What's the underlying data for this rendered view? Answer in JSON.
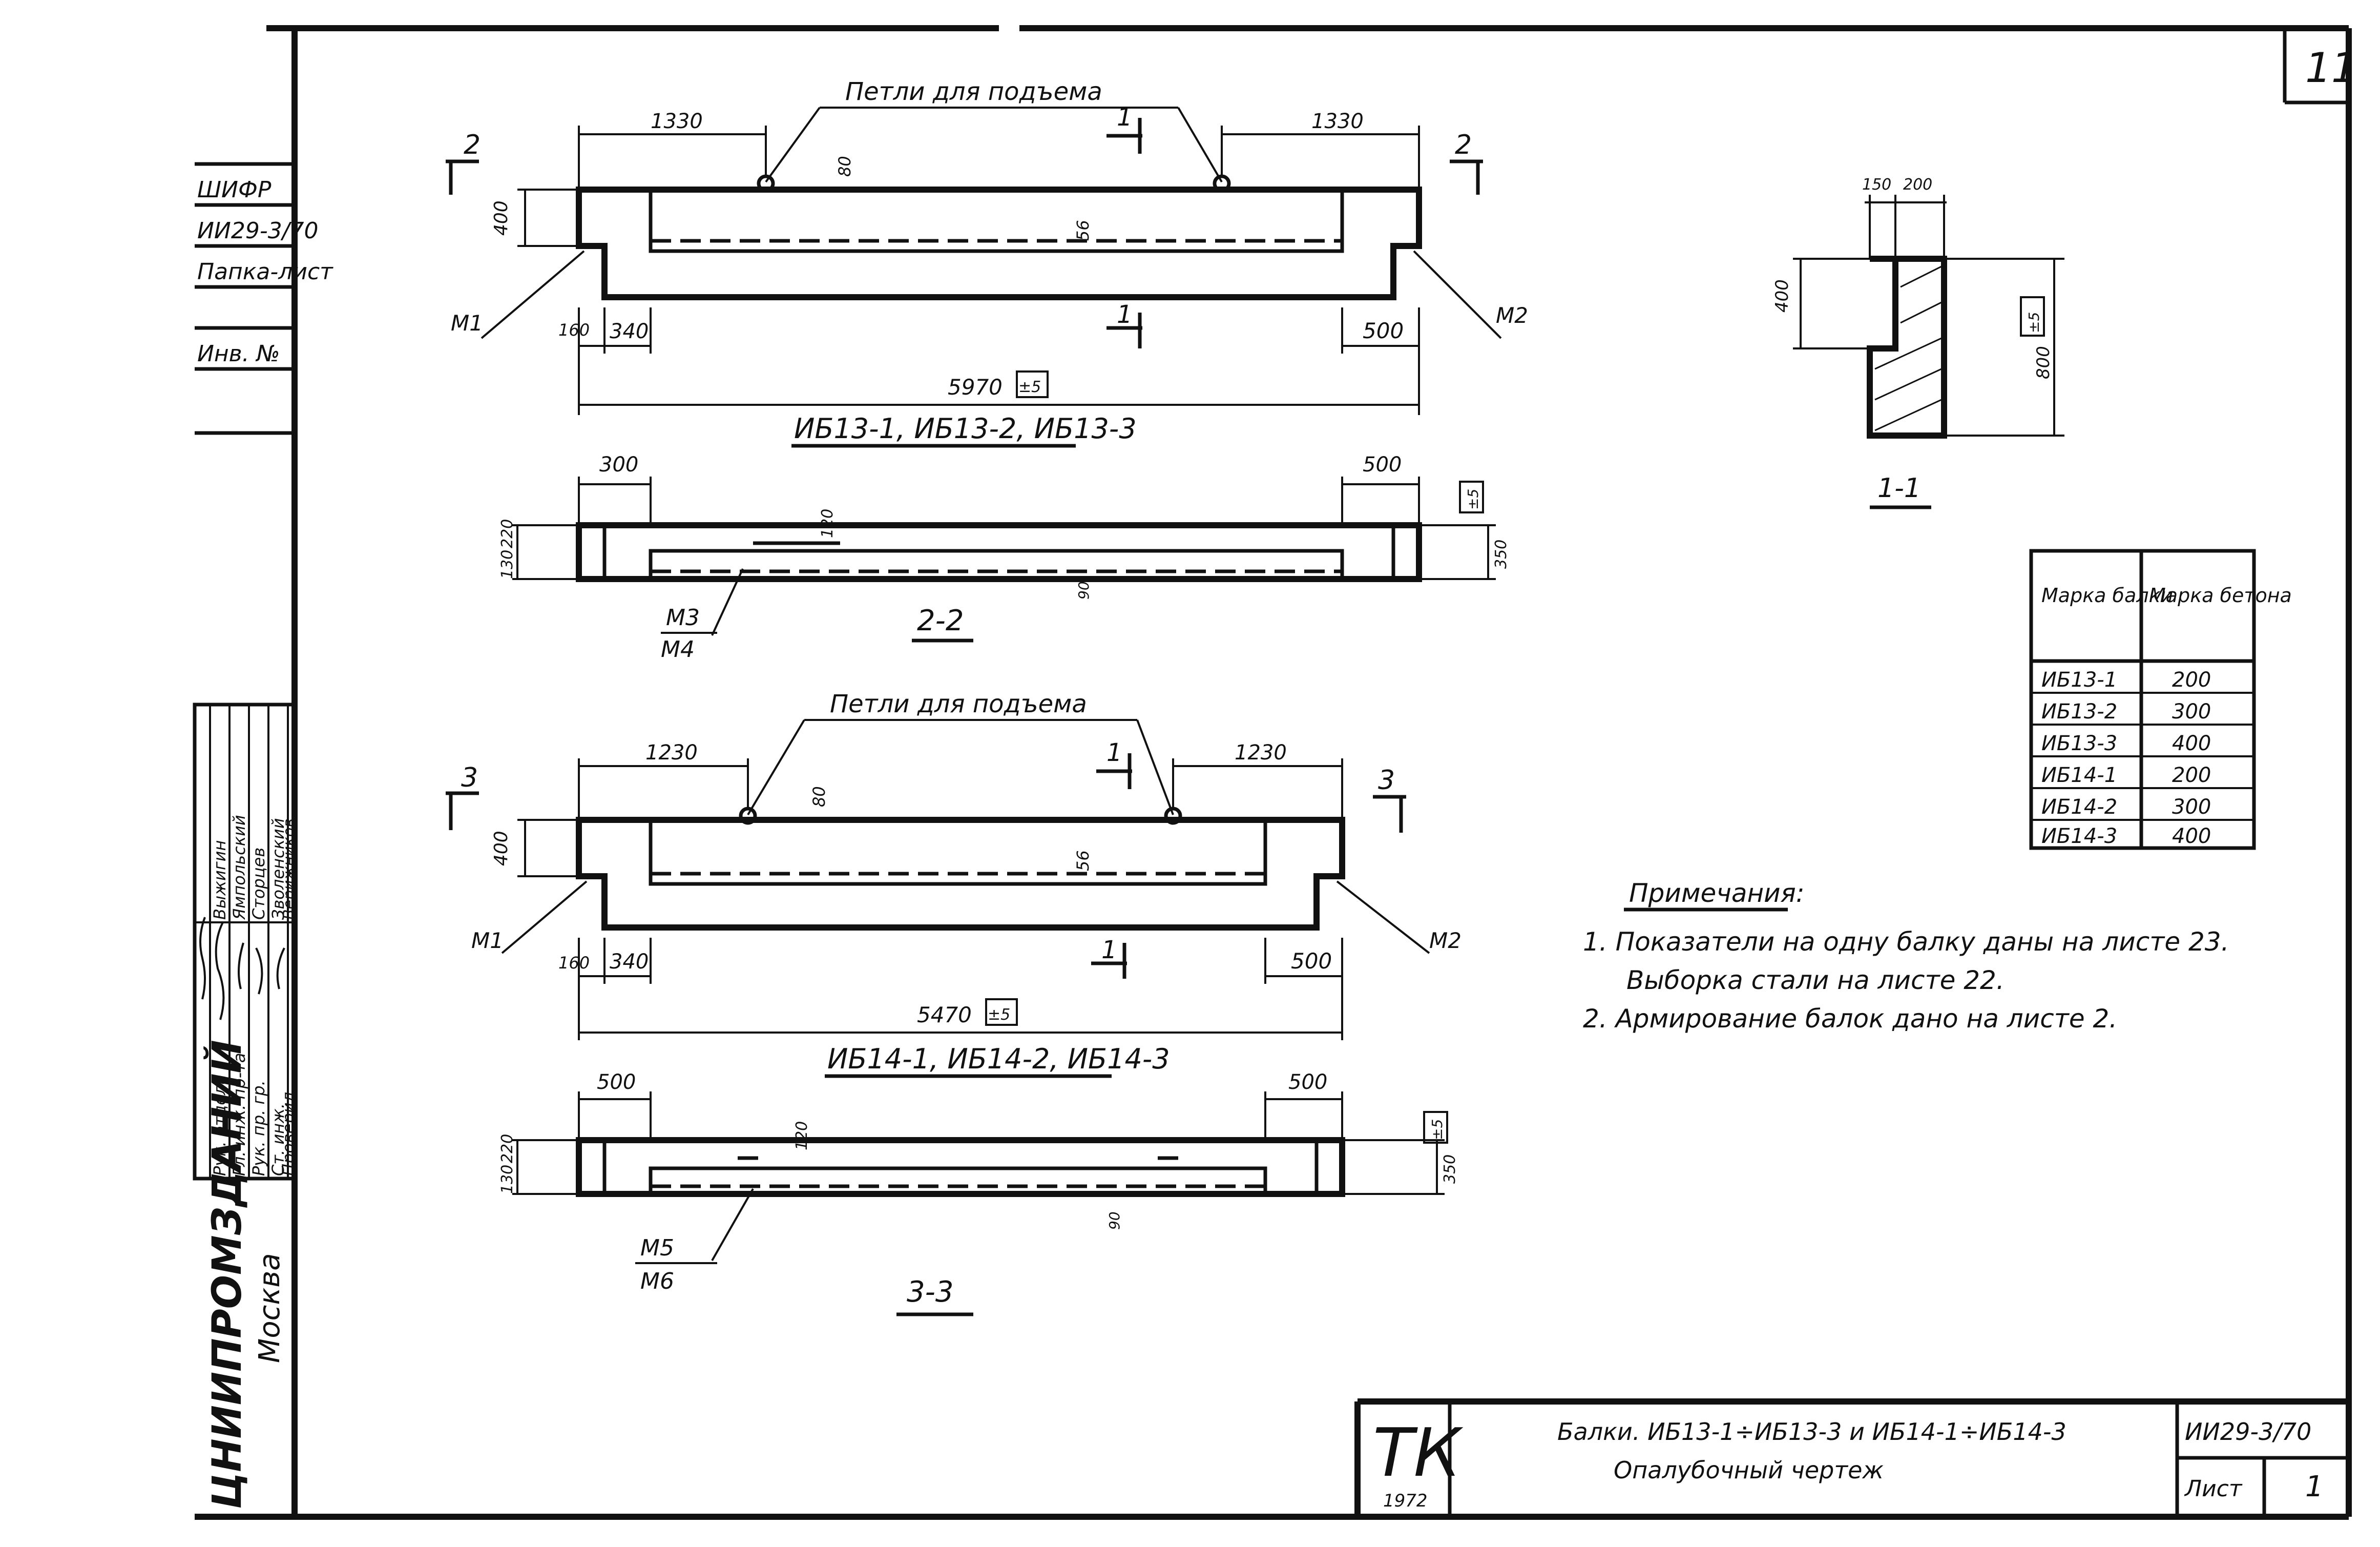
{
  "sheet": {
    "number": "11",
    "stamp_lines": [
      "ШИФР",
      "ИИ29-3/70",
      "Папка-лист",
      "Инв. №"
    ]
  },
  "top_beam": {
    "lifting_loops": "Петли для подъема",
    "dim_left": "1330",
    "dim_right": "1330",
    "dim_80": "80",
    "dim_400": "400",
    "dim_56": "56",
    "dim_160": "160",
    "dim_340": "340",
    "dim_500": "500",
    "length": "5970",
    "tolerance": "±5",
    "mark_m1": "M1",
    "mark_m2": "M2",
    "section_2": "2",
    "section_1": "1",
    "title": "ИБ13-1, ИБ13-2, ИБ13-3"
  },
  "section_2_2": {
    "dim_left": "300",
    "dim_right": "500",
    "dim_120": "120",
    "dim_220": "220",
    "dim_130": "130",
    "dim_350": "350",
    "dim_90": "90",
    "tolerance": "±5",
    "mark_top": "М3",
    "mark_bottom": "М4",
    "title": "2-2"
  },
  "bottom_beam": {
    "lifting_loops": "Петли для подъема",
    "dim_left": "1230",
    "dim_right": "1230",
    "dim_80": "80",
    "dim_400": "400",
    "dim_56": "56",
    "dim_160": "160",
    "dim_340": "340",
    "dim_500": "500",
    "length": "5470",
    "tolerance": "±5",
    "mark_m1": "M1",
    "mark_m2": "M2",
    "section_3": "3",
    "section_1": "1",
    "title": "ИБ14-1, ИБ14-2, ИБ14-3"
  },
  "section_3_3": {
    "dim_left": "500",
    "dim_right": "500",
    "dim_120": "120",
    "dim_220": "220",
    "dim_130": "130",
    "dim_350": "350",
    "dim_90": "90",
    "tolerance": "±5",
    "mark_top": "М5",
    "mark_bottom": "М6",
    "title": "3-3"
  },
  "section_1_1": {
    "dim_150": "150",
    "dim_200": "200",
    "dim_400": "400",
    "dim_800": "800",
    "tolerance": "±5",
    "title": "1-1"
  },
  "marks_table": {
    "headers": [
      "Марка балки",
      "Марка бетона"
    ],
    "rows": [
      [
        "ИБ13-1",
        "200"
      ],
      [
        "ИБ13-2",
        "300"
      ],
      [
        "ИБ13-3",
        "400"
      ],
      [
        "ИБ14-1",
        "200"
      ],
      [
        "ИБ14-2",
        "300"
      ],
      [
        "ИБ14-3",
        "400"
      ]
    ]
  },
  "notes": {
    "title": "Примечания:",
    "items": [
      "1. Показатели на одну балку даны на листе 23.",
      "Выборка стали на листе 22.",
      "2. Армирование балок дано на листе 2."
    ]
  },
  "signatures": {
    "roles": [
      "Рук. отдела",
      "Гл. инж. пр-та",
      "Рук. пр. гр.",
      "Ст. инж.",
      "Проверил"
    ],
    "names": [
      "Выжигин",
      "Ямпольский",
      "Сторцев",
      "Зволенский",
      "Верижников"
    ]
  },
  "org": {
    "name": "ЦНИИПРОМЗДАНИЙ",
    "city": "Москва"
  },
  "title_block": {
    "series": "ТК",
    "year": "1972",
    "title_line1": "Балки. ИБ13-1÷ИБ13-3 и ИБ14-1÷ИБ14-3",
    "title_line2": "Опалубочный чертеж",
    "code": "ИИ29-3/70",
    "sheet_label": "Лист",
    "sheet_no": "1"
  }
}
